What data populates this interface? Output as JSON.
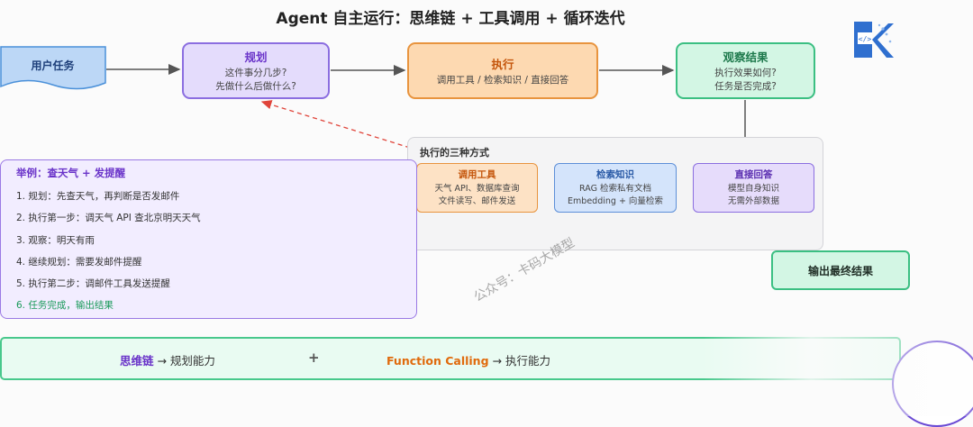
{
  "title": "Agent 自主运行：思维链 + 工具调用 + 循环迭代",
  "nodes": {
    "user_task": "用户任务",
    "plan": {
      "title": "规划",
      "lines": [
        "这件事分几步?",
        "先做什么后做什么?"
      ]
    },
    "exec": {
      "title": "执行",
      "lines": [
        "调用工具 / 检索知识 / 直接回答"
      ]
    },
    "observe": {
      "title": "观察结果",
      "lines": [
        "执行效果如何?",
        "任务是否完成?"
      ]
    },
    "output": "输出最终结果"
  },
  "exec_panel": {
    "title": "执行的三种方式",
    "items": [
      {
        "title": "调用工具",
        "lines": [
          "天气 API、数据库查询",
          "文件读写、邮件发送"
        ]
      },
      {
        "title": "检索知识",
        "lines": [
          "RAG 检索私有文档",
          "Embedding + 向量检索"
        ]
      },
      {
        "title": "直接回答",
        "lines": [
          "模型自身知识",
          "无需外部数据"
        ]
      }
    ]
  },
  "example": {
    "title": "举例：查天气 + 发提醒",
    "steps": [
      "1. 规划：先查天气，再判断是否发邮件",
      "2. 执行第一步：调天气 API 查北京明天天气",
      "3. 观察：明天有雨",
      "4. 继续规划：需要发邮件提醒",
      "5. 执行第二步：调邮件工具发送提醒",
      "6. 任务完成，输出结果"
    ]
  },
  "footer": {
    "left_bold": "思维链",
    "left_rest": " → 规划能力",
    "plus": "+",
    "right_bold": "Function Calling",
    "right_rest": " → 执行能力"
  },
  "watermark": "公众号：卡码大模型",
  "colors": {
    "plan": "#8b6ee0",
    "exec": "#e8943e",
    "observe": "#3bbf82",
    "user_task": "#4a90d9",
    "dashed_arrow": "#e0443a"
  }
}
